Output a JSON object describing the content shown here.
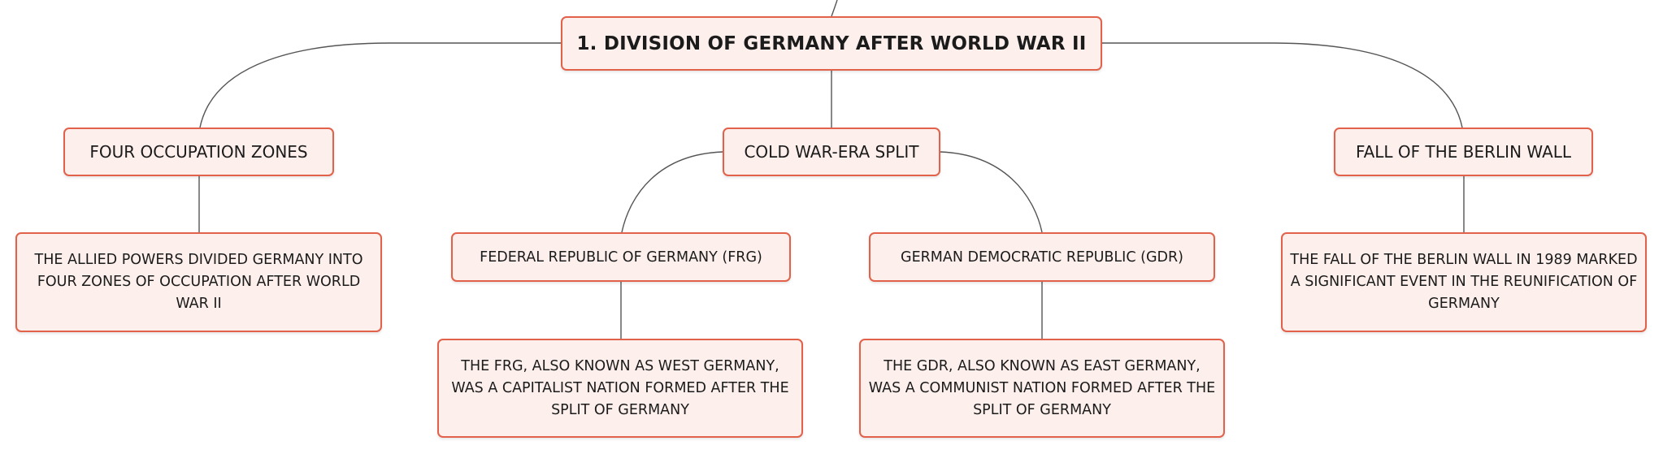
{
  "diagram": {
    "root": {
      "label": "1. DIVISION OF GERMANY AFTER WORLD WAR II"
    },
    "branches": [
      {
        "label": "FOUR OCCUPATION ZONES",
        "description": "THE ALLIED POWERS DIVIDED GERMANY INTO FOUR ZONES OF OCCUPATION AFTER WORLD WAR II"
      },
      {
        "label": "COLD WAR-ERA SPLIT",
        "children": [
          {
            "label": "FEDERAL REPUBLIC OF GERMANY (FRG)",
            "description": "THE FRG, ALSO KNOWN AS WEST GERMANY, WAS A CAPITALIST NATION FORMED AFTER THE SPLIT OF GERMANY"
          },
          {
            "label": "GERMAN DEMOCRATIC REPUBLIC (GDR)",
            "description": "THE GDR, ALSO KNOWN AS EAST GERMANY, WAS A COMMUNIST NATION FORMED AFTER THE SPLIT OF GERMANY"
          }
        ]
      },
      {
        "label": "FALL OF THE BERLIN WALL",
        "description": "THE FALL OF THE BERLIN WALL IN 1989 MARKED A SIGNIFICANT EVENT IN THE REUNIFICATION OF GERMANY"
      }
    ]
  },
  "colors": {
    "node_border": "#e2614a",
    "node_fill": "#fdf0ec",
    "connector": "#555555",
    "text": "#1b1b1b"
  }
}
